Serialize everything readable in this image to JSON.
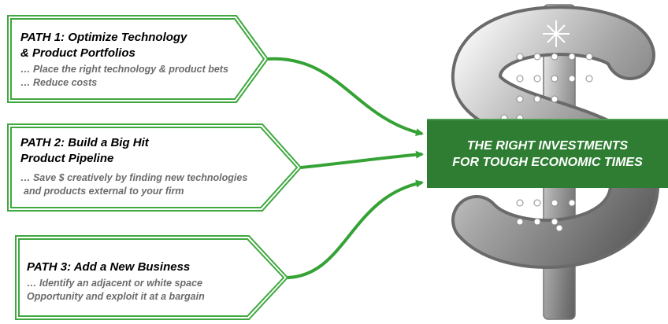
{
  "paths": [
    {
      "title_line1": "PATH 1: Optimize Technology",
      "title_line2": "& Product Portfolios",
      "sub_line1": "… Place the right technology & product bets",
      "sub_line2": "… Reduce costs"
    },
    {
      "title_line1": "PATH 2: Build a Big Hit",
      "title_line2": "Product Pipeline",
      "sub_line1": "… Save $ creatively by finding new technologies",
      "sub_line2": "and products external to your firm"
    },
    {
      "title_line1": "PATH 3: Add a New Business",
      "sub_line1": "… Identify an adjacent or white space",
      "sub_line2": "Opportunity and exploit it at a bargain"
    }
  ],
  "target": {
    "line1": "THE RIGHT INVESTMENTS",
    "line2": "FOR TOUGH ECONOMIC TIMES"
  },
  "colors": {
    "path_border": "#3fa83f",
    "arrow": "#35a235",
    "target_fill": "#2e7d32",
    "target_text": "#ffffff",
    "subtitle_text": "#6b6b6b",
    "dollar_sign": "#a9a9a9"
  },
  "icons": {
    "decor": "dollar-sign-icon"
  }
}
